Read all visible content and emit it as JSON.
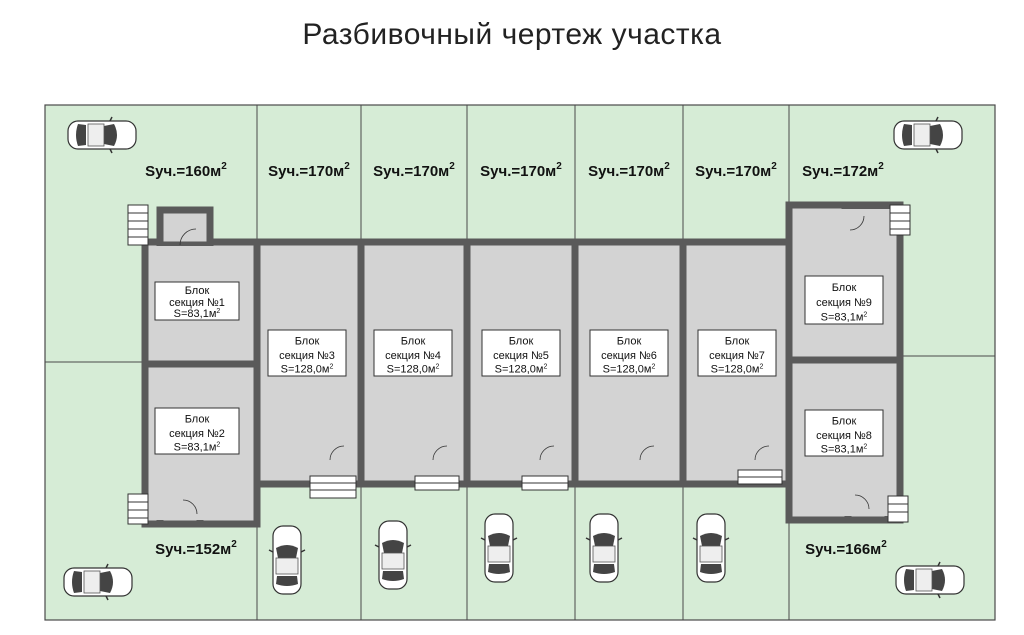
{
  "title": "Разбивочный чертеж участка",
  "colors": {
    "land": "#d6ecd6",
    "building": "#d3d3d3",
    "wall": "#5a5a5a",
    "line": "#4a4a4a"
  },
  "plots": [
    {
      "label": "Sуч.=160м",
      "sup": "2"
    },
    {
      "label": "Sуч.=170м",
      "sup": "2"
    },
    {
      "label": "Sуч.=170м",
      "sup": "2"
    },
    {
      "label": "Sуч.=170м",
      "sup": "2"
    },
    {
      "label": "Sуч.=170м",
      "sup": "2"
    },
    {
      "label": "Sуч.=170м",
      "sup": "2"
    },
    {
      "label": "Sуч.=172м",
      "sup": "2"
    },
    {
      "label": "Sуч.=152м",
      "sup": "2"
    },
    {
      "label": "Sуч.=166м",
      "sup": "2"
    }
  ],
  "blocks": [
    {
      "line1": "Блок",
      "line2": "секция №1",
      "area": "S=83,1м",
      "sup": "2"
    },
    {
      "line1": "Блок",
      "line2": "секция №2",
      "area": "S=83,1м",
      "sup": "2"
    },
    {
      "line1": "Блок",
      "line2": "секция №3",
      "area": "S=128,0м",
      "sup": "2"
    },
    {
      "line1": "Блок",
      "line2": "секция №4",
      "area": "S=128,0м",
      "sup": "2"
    },
    {
      "line1": "Блок",
      "line2": "секция №5",
      "area": "S=128,0м",
      "sup": "2"
    },
    {
      "line1": "Блок",
      "line2": "секция №6",
      "area": "S=128,0м",
      "sup": "2"
    },
    {
      "line1": "Блок",
      "line2": "секция №7",
      "area": "S=128,0м",
      "sup": "2"
    },
    {
      "line1": "Блок",
      "line2": "секция №9",
      "area": "S=83,1м",
      "sup": "2"
    },
    {
      "line1": "Блок",
      "line2": "секция №8",
      "area": "S=83,1м",
      "sup": "2"
    }
  ],
  "icons": [
    "car-icon",
    "stairs-icon",
    "door-icon"
  ]
}
